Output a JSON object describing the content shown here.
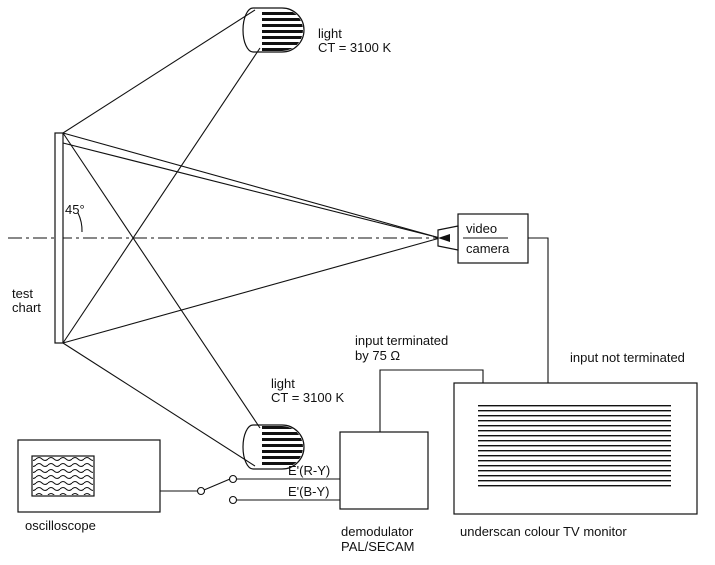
{
  "labels": {
    "light_top": "light",
    "ct_top": "CT = 3100 K",
    "light_bottom": "light",
    "ct_bottom": "CT = 3100 K",
    "angle": "45°",
    "test": "test",
    "chart": "chart",
    "video": "video",
    "camera": "camera",
    "input_terminated_1": "input terminated",
    "input_terminated_2": "by 75 Ω",
    "input_not_terminated": "input not terminated",
    "ery": "E'(R-Y)",
    "eby": "E'(B-Y)",
    "oscilloscope": "oscilloscope",
    "demodulator_1": "demodulator",
    "demodulator_2": "PAL/SECAM",
    "monitor": "underscan colour TV monitor"
  }
}
